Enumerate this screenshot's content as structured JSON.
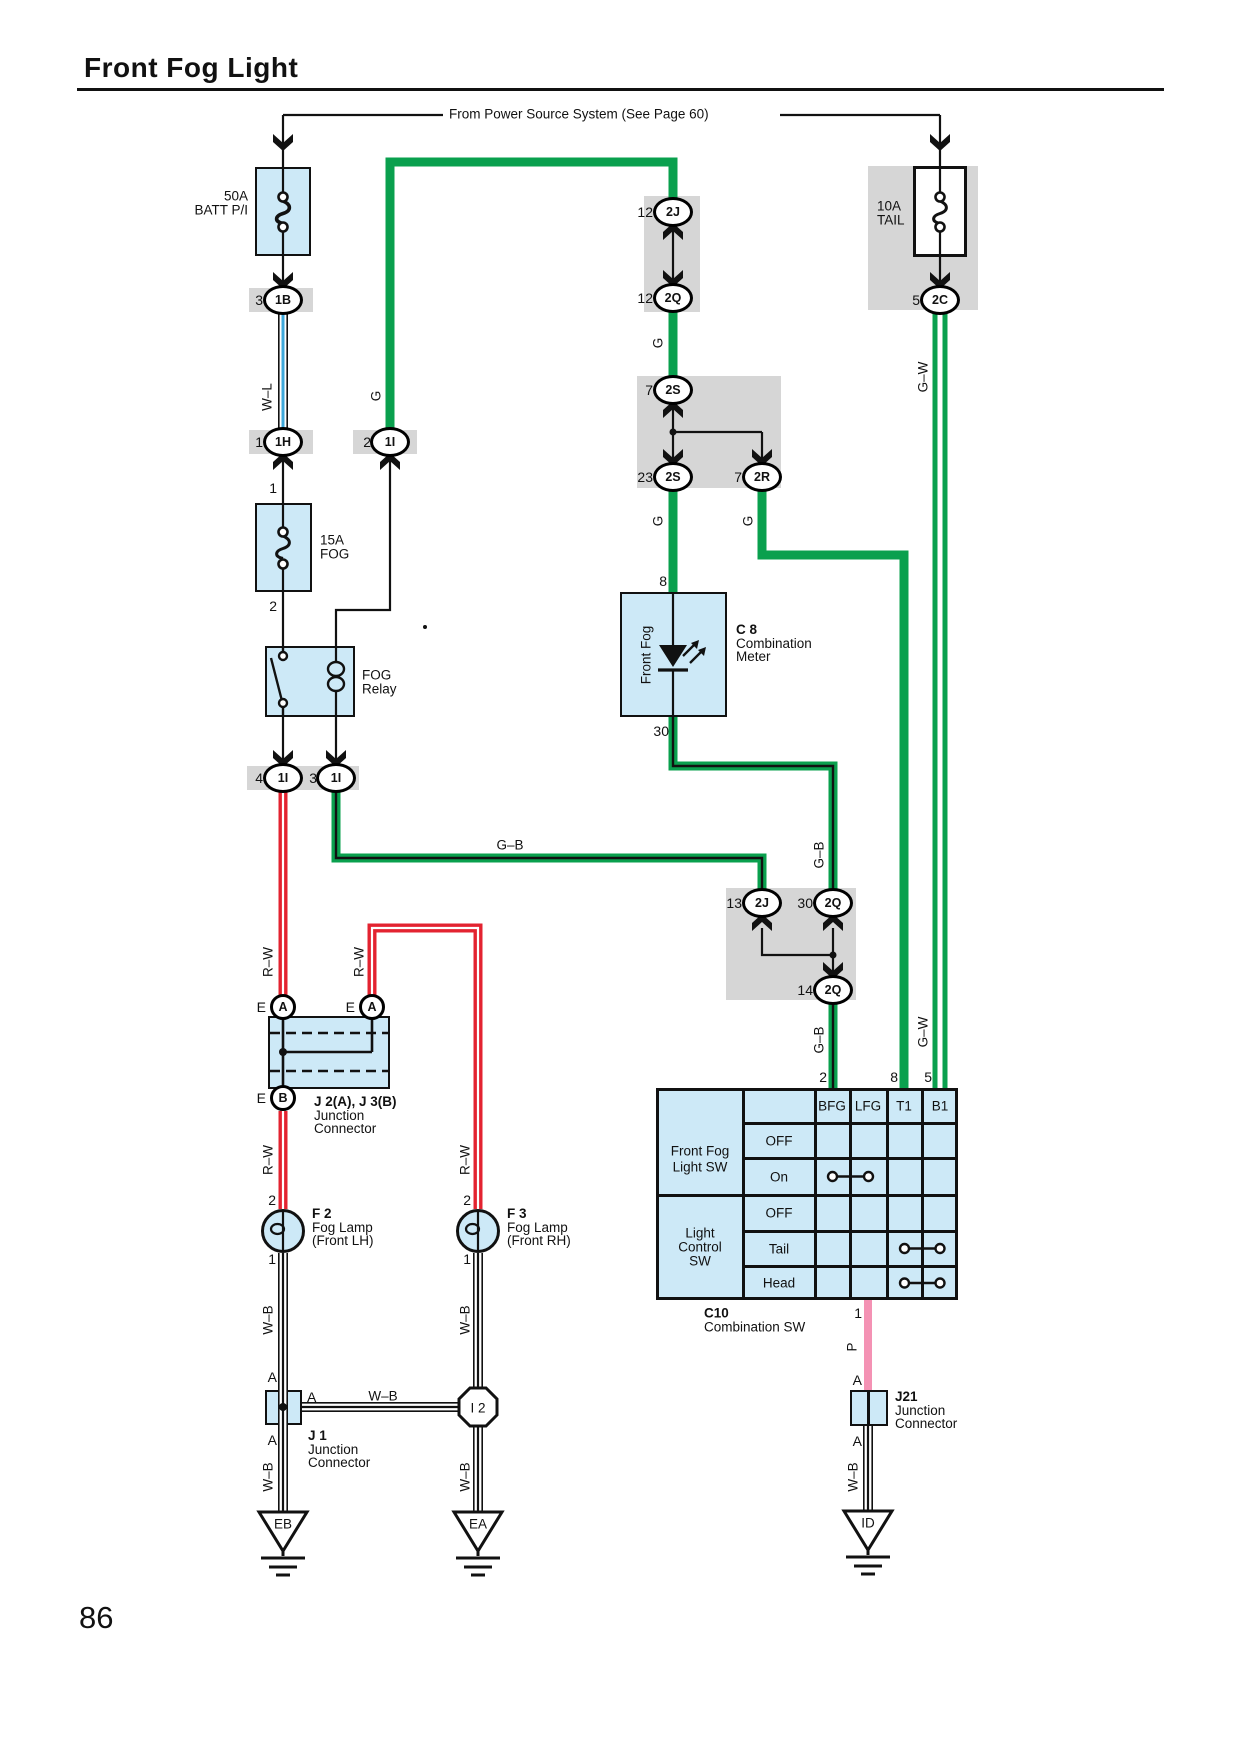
{
  "title": "Front Fog Light",
  "page_number": "86",
  "power_note": "From Power Source System (See Page 60)",
  "colors": {
    "wire_green": "#0aa04e",
    "wire_red": "#e32330",
    "wire_pink": "#f492b4",
    "wire_blue_stripe": "#3fa9db",
    "component_fill": "#cde9f7",
    "connector_gray": "#d6d6d6"
  },
  "components": {
    "batt_fuse": {
      "l1": "50A",
      "l2": "BATT P/I"
    },
    "fog_fuse": {
      "l1": "15A",
      "l2": "FOG"
    },
    "tail_fuse": {
      "l1": "10A",
      "l2": "TAIL"
    },
    "relay": {
      "l1": "FOG",
      "l2": "Relay"
    },
    "meter": {
      "name": "C 8",
      "l1": "Combination",
      "l2": "Meter",
      "indicator": "Front Fog",
      "pin_top": "8",
      "pin_bottom": "30"
    },
    "j2": {
      "name": "J 2(A), J 3(B)",
      "l1": "Junction",
      "l2": "Connector"
    },
    "j1": {
      "name": "J 1",
      "l1": "Junction",
      "l2": "Connector"
    },
    "j21": {
      "name": "J21",
      "l1": "Junction",
      "l2": "Connector"
    },
    "f2": {
      "name": "F 2",
      "l1": "Fog Lamp",
      "l2": "(Front LH)",
      "pin_top": "2",
      "pin_bottom": "1"
    },
    "f3": {
      "name": "F 3",
      "l1": "Fog Lamp",
      "l2": "(Front RH)",
      "pin_top": "2",
      "pin_bottom": "1"
    },
    "i2": {
      "name": "I 2"
    },
    "grounds": {
      "eb": "EB",
      "ea": "EA",
      "id": "ID"
    }
  },
  "connectors": {
    "c1b": {
      "pin": "3",
      "code": "1B"
    },
    "c1h": {
      "pin": "1",
      "code": "1H"
    },
    "c1i_relay": {
      "pin": "2",
      "code": "1I"
    },
    "c2j12": {
      "pin": "12",
      "code": "2J"
    },
    "c2q12": {
      "pin": "12",
      "code": "2Q"
    },
    "c2s7": {
      "pin": "7",
      "code": "2S"
    },
    "c2s23": {
      "pin": "23",
      "code": "2S"
    },
    "c2r7": {
      "pin": "7",
      "code": "2R"
    },
    "c2c5": {
      "pin": "5",
      "code": "2C"
    },
    "c1i4": {
      "pin": "4",
      "code": "1I"
    },
    "c1i3": {
      "pin": "3",
      "code": "1I"
    },
    "c2j13": {
      "pin": "13",
      "code": "2J"
    },
    "c2q30": {
      "pin": "30",
      "code": "2Q"
    },
    "c2q14": {
      "pin": "14",
      "code": "2Q"
    }
  },
  "pins": {
    "under_1h": "1",
    "fog_out": "2",
    "table_bfg": "2",
    "table_t1": "8",
    "table_b1": "5",
    "table_lfg_bottom": "1"
  },
  "letters": {
    "e": "E",
    "a": "A",
    "b": "B"
  },
  "wires": {
    "wl": "W–L",
    "g": "G",
    "gw": "G–W",
    "gb": "G–B",
    "rw": "R–W",
    "wb": "W–B",
    "p": "P"
  },
  "c10_table": {
    "name": "C10",
    "subtitle": "Combination SW",
    "columns": [
      "BFG",
      "LFG",
      "T1",
      "B1"
    ],
    "groups": [
      {
        "name_l1": "Front Fog",
        "name_l2": "Light SW",
        "name_l3": "",
        "rows": [
          {
            "state": "OFF",
            "contact": null
          },
          {
            "state": "On",
            "contact": [
              "BFG",
              "LFG"
            ]
          }
        ]
      },
      {
        "name_l1": "Light",
        "name_l2": "Control",
        "name_l3": "SW",
        "rows": [
          {
            "state": "OFF",
            "contact": null
          },
          {
            "state": "Tail",
            "contact": [
              "T1",
              "B1"
            ]
          },
          {
            "state": "Head",
            "contact": [
              "T1",
              "B1"
            ]
          }
        ]
      }
    ]
  }
}
